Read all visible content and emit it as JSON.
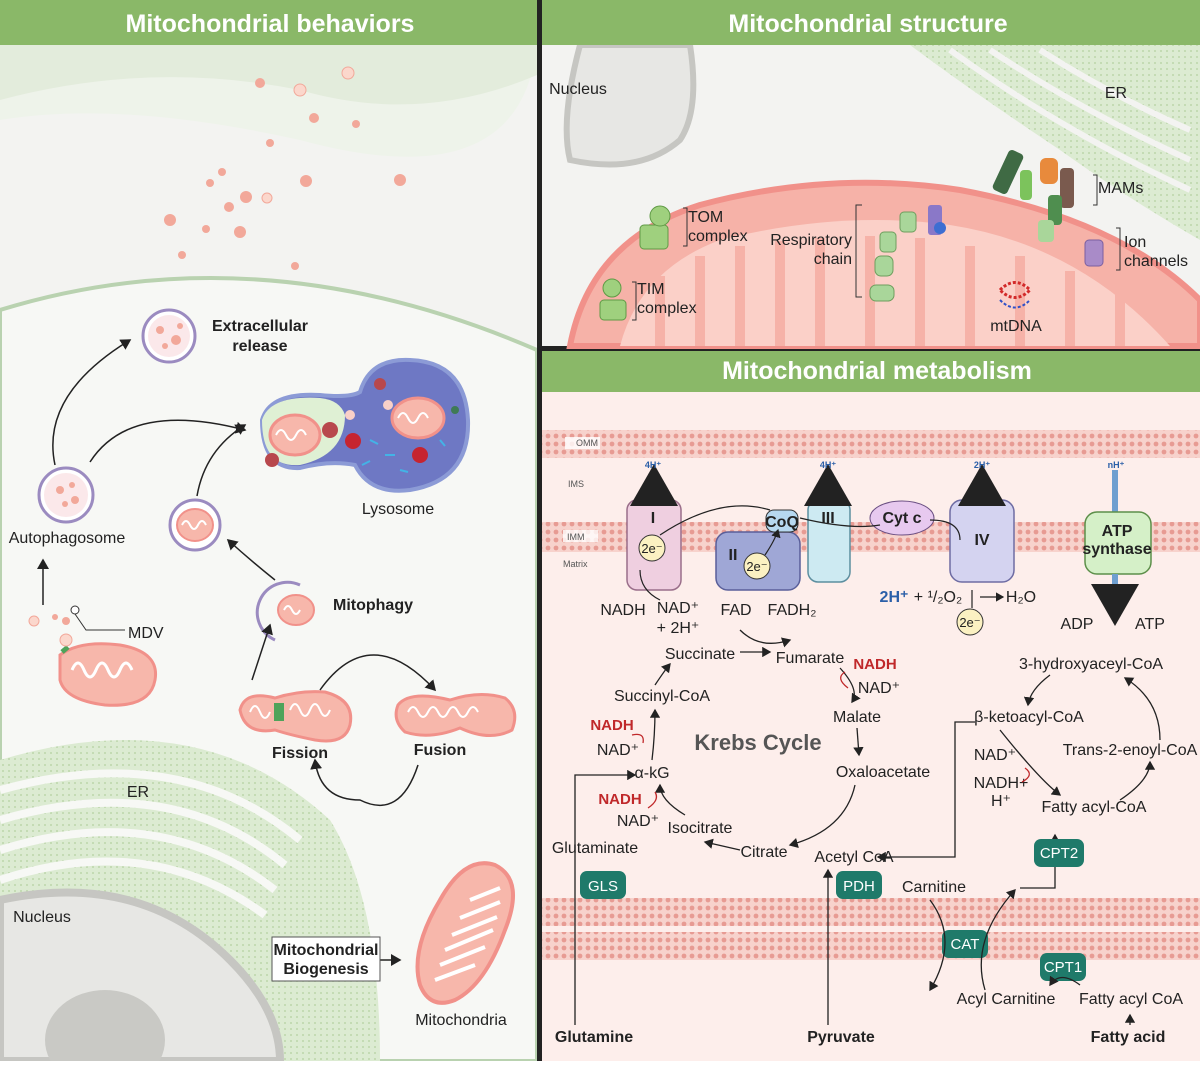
{
  "panels": {
    "behaviors_title": "Mitochondrial behaviors",
    "structure_title": "Mitochondrial structure",
    "metabolism_title": "Mitochondrial metabolism"
  },
  "behaviors": {
    "extracellular_release": [
      "Extracellular",
      "release"
    ],
    "lysosome": "Lysosome",
    "autophagosome": "Autophagosome",
    "mitophagy": "Mitophagy",
    "mdv": "MDV",
    "fission": "Fission",
    "fusion": "Fusion",
    "er": "ER",
    "nucleus": "Nucleus",
    "biogenesis": [
      "Mitochondrial",
      "Biogenesis"
    ],
    "mitochondria": "Mitochondria"
  },
  "structure": {
    "nucleus": "Nucleus",
    "er": "ER",
    "mams": "MAMs",
    "tom": [
      "TOM",
      "complex"
    ],
    "tim": [
      "TIM",
      "complex"
    ],
    "respiratory": [
      "Respiratory",
      "chain"
    ],
    "ion": [
      "Ion",
      "channels"
    ],
    "mtdna": "mtDNA"
  },
  "metabolism": {
    "omm": "OMM",
    "ims": "IMS",
    "imm": "IMM",
    "matrix": "Matrix",
    "complex_i": "I",
    "complex_ii": "II",
    "complex_iii": "III",
    "complex_iv": "IV",
    "coq": "CoQ",
    "cytc": "Cyt c",
    "atp_synthase": [
      "ATP",
      "synthase"
    ],
    "pump_i": "4H⁺",
    "pump_iii": "4H⁺",
    "pump_iv": "2H⁺",
    "pump_atp": "nH⁺",
    "e2": "2e⁻",
    "nadh": "NADH",
    "nad_plus": "NAD⁺",
    "plus_2h": "+ 2H⁺",
    "fad": "FAD",
    "fadh2": "FADH₂",
    "o2_prefix": "2H⁺",
    "o2_rest": "+ ¹/₂O₂",
    "h2o": "H₂O",
    "adp": "ADP",
    "atp": "ATP",
    "succinate": "Succinate",
    "fumarate": "Fumarate",
    "succinyl_coa": "Succinyl-CoA",
    "malate": "Malate",
    "krebs": "Krebs Cycle",
    "oxaloacetate": "Oxaloacetate",
    "akg": "α-kG",
    "isocitrate": "Isocitrate",
    "citrate": "Citrate",
    "acetyl_coa": "Acetyl CoA",
    "glutaminate": "Glutaminate",
    "gls": "GLS",
    "pdh": "PDH",
    "carnitine": "Carnitine",
    "cat": "CAT",
    "cpt1": "CPT1",
    "cpt2": "CPT2",
    "acyl_carnitine": "Acyl Carnitine",
    "fatty_acyl_coa": "Fatty acyl CoA",
    "fatty_acid": "Fatty acid",
    "glutamine": "Glutamine",
    "pyruvate": "Pyruvate",
    "hydroxyacyl": "3-hydroxyaceyl-CoA",
    "ketoacyl": "β-ketoacyl-CoA",
    "enoyl": "Trans-2-enoyl-CoA",
    "fatty_acyl_coa2": "Fatty acyl-CoA",
    "nadh_plus": "NADH+",
    "h_plus": "H⁺"
  },
  "colors": {
    "header_green": "#8ab868",
    "membrane_pink": "#f2b6b0",
    "mito_pink": "#f6b2a8",
    "teal": "#1f7a6a",
    "arrow_blue": "#6f9fd0",
    "nadh_red": "#c0282a"
  }
}
